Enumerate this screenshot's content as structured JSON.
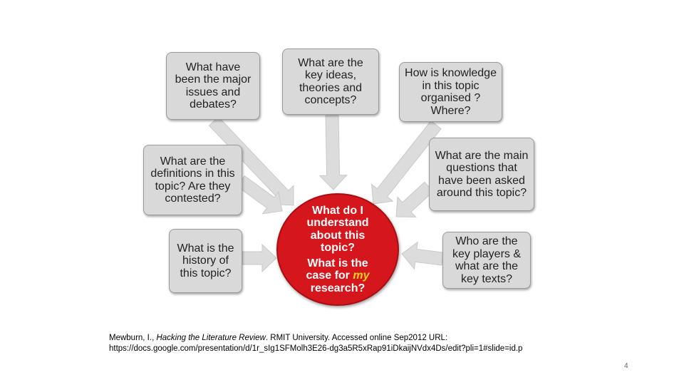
{
  "diagram": {
    "center": {
      "question_1": "What do I\nunderstand\nabout this\ntopic?",
      "question_2_lead": "What is the\ncase for ",
      "question_2_emphasis": "my",
      "question_2_tail": "\nresearch?"
    },
    "boxes": [
      {
        "id": "major-issues",
        "text": "What have\nbeen the major\nissues and\ndebates?"
      },
      {
        "id": "key-ideas",
        "text": "What are the\nkey ideas,\ntheories and\nconcepts?"
      },
      {
        "id": "knowledge-organised",
        "text": "How is knowledge\nin this topic\norganised ?\nWhere?"
      },
      {
        "id": "definitions",
        "text": "What are the\ndefinitions in this\ntopic? Are they\ncontested?"
      },
      {
        "id": "main-questions",
        "text": "What are the main\nquestions that\nhave been asked\naround this topic?"
      },
      {
        "id": "history",
        "text": "What is the\nhistory of\nthis topic?"
      },
      {
        "id": "key-players",
        "text": "Who are the\nkey players &\nwhat are the\nkey texts?"
      }
    ],
    "colors": {
      "box_fill": "#d9d9d9",
      "box_border": "#9a9a9a",
      "arrow_fill": "#dcdcdc",
      "hub_fill": "#d5161c",
      "hub_text": "#ffffff",
      "hub_emphasis": "#ffd11a"
    }
  },
  "citation": {
    "author": "Mewburn, I., ",
    "work_title": "Hacking the Literature Review",
    "details": ". RMIT University. Accessed online Sep2012 URL:",
    "url": "https://docs.google.com/presentation/d/1r_sIg1SFMolh3E26-dg3a5R5xRap91iDkaijNVdx4Ds/edit?pli=1#slide=id.p"
  },
  "slide_number": "4"
}
